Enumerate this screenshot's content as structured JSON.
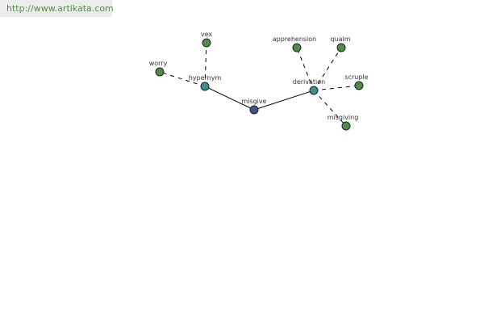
{
  "site_url": "http://www.artikata.com",
  "colors": {
    "root": "#45528a",
    "relation": "#3f8f8f",
    "term": "#4f8c4a",
    "banner_text": "#4f8f3f",
    "banner_bg": "#ececec"
  },
  "graph": {
    "root": {
      "id": "misgive",
      "label": "misgive",
      "kind": "root"
    },
    "relations": [
      {
        "id": "hypernym",
        "label": "hypernym",
        "kind": "relation"
      },
      {
        "id": "derivation",
        "label": "derivation",
        "kind": "relation"
      }
    ],
    "terms": [
      {
        "id": "vex",
        "label": "vex",
        "kind": "term",
        "relation": "hypernym"
      },
      {
        "id": "worry",
        "label": "worry",
        "kind": "term",
        "relation": "hypernym"
      },
      {
        "id": "apprehension",
        "label": "apprehension",
        "kind": "term",
        "relation": "derivation"
      },
      {
        "id": "qualm",
        "label": "qualm",
        "kind": "term",
        "relation": "derivation"
      },
      {
        "id": "scruple",
        "label": "scruple",
        "kind": "term",
        "relation": "derivation"
      },
      {
        "id": "misgiving",
        "label": "misgiving",
        "kind": "term",
        "relation": "derivation"
      }
    ]
  }
}
